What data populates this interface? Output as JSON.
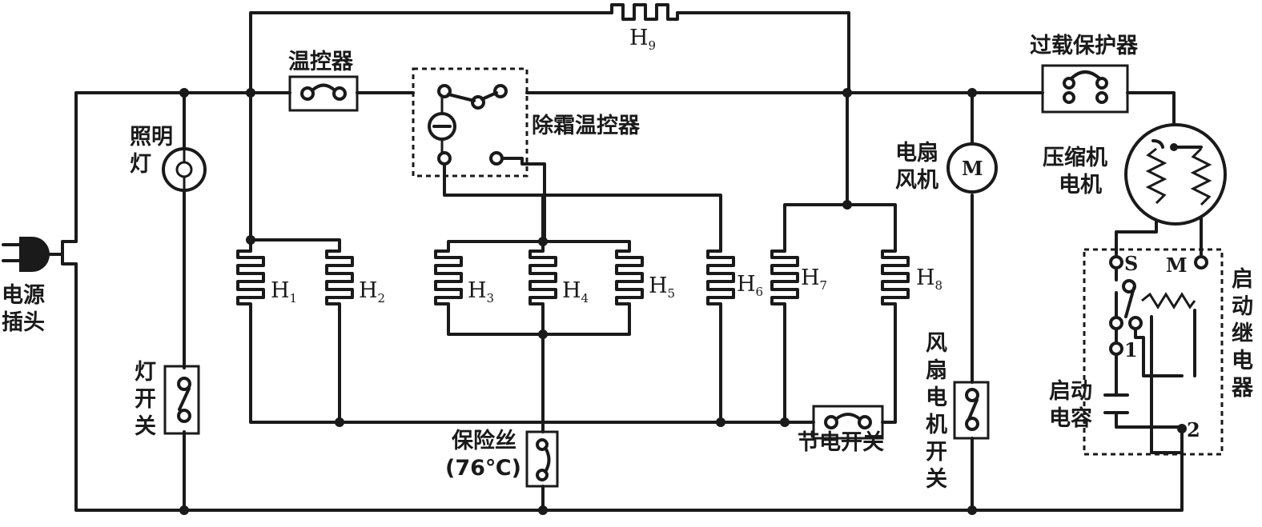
{
  "labels": {
    "plug": [
      "电源",
      "插头"
    ],
    "lamp": [
      "照明",
      "灯"
    ],
    "lamp_switch": [
      "灯",
      "开",
      "关"
    ],
    "thermostat": "温控器",
    "defrost_thermostat": "除霜温控器",
    "fan_motor": [
      "电扇",
      "风机"
    ],
    "overload_protector": "过载保护器",
    "compressor_motor": [
      "压缩机",
      "电机"
    ],
    "start_relay": [
      "启",
      "动",
      "继",
      "电",
      "器"
    ],
    "start_capacitor": [
      "启动",
      "电容"
    ],
    "fuse": [
      "保险丝",
      "(76℃)"
    ],
    "saver_switch": "节电开关",
    "fan_switch": [
      "风",
      "扇",
      "电",
      "机",
      "开",
      "关"
    ]
  },
  "heaters": [
    {
      "id": "H1",
      "base": "H",
      "sub": "1"
    },
    {
      "id": "H2",
      "base": "H",
      "sub": "2"
    },
    {
      "id": "H3",
      "base": "H",
      "sub": "3"
    },
    {
      "id": "H4",
      "base": "H",
      "sub": "4"
    },
    {
      "id": "H5",
      "base": "H",
      "sub": "5"
    },
    {
      "id": "H6",
      "base": "H",
      "sub": "6"
    },
    {
      "id": "H7",
      "base": "H",
      "sub": "7"
    },
    {
      "id": "H8",
      "base": "H",
      "sub": "8"
    },
    {
      "id": "H9",
      "base": "H",
      "sub": "9"
    }
  ],
  "motor_symbol": "M",
  "relay_terminals": {
    "s": "S",
    "m": "M",
    "t1": "1",
    "t2": "2"
  }
}
